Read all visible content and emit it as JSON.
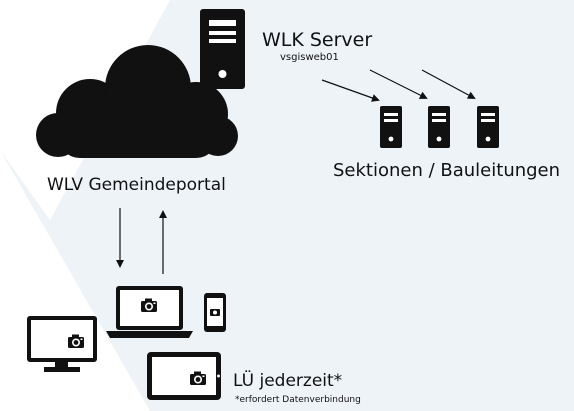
{
  "diagram": {
    "server_title": "WLK Server",
    "server_host": "vsgisweb01",
    "sections_label": "Sektionen / Bauleitungen",
    "portal_label": "WLV Gemeindeportal",
    "anytime_label": "LÜ jederzeit*",
    "footnote": "*erfordert Datenverbindung",
    "icons": [
      "cloud-icon",
      "server-tower-icon",
      "small-server-icon",
      "laptop-icon",
      "smartphone-icon",
      "monitor-icon",
      "tablet-icon",
      "camera-icon"
    ],
    "colors": {
      "shapes": "#111111",
      "background_panel": "#eef3f8",
      "page": "#ffffff"
    }
  }
}
